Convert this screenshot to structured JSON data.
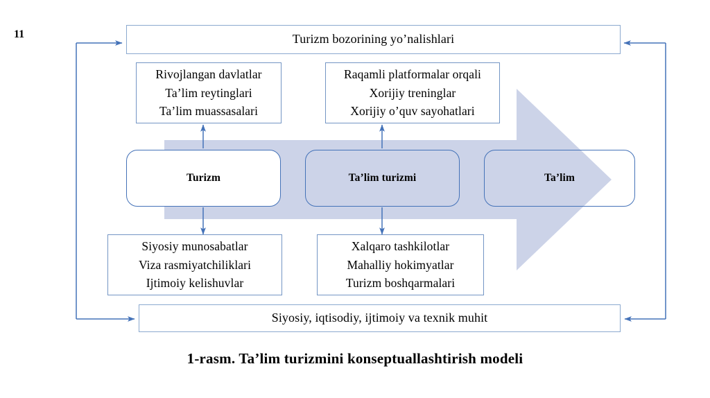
{
  "page": {
    "number": "11",
    "caption": "1-rasm. Ta’lim turizmini konseptuallashtirish modeli"
  },
  "colors": {
    "arrow_fill": "#ccd3e8",
    "box_border": "#7395c4",
    "rounded_border": "#4472b8",
    "connector": "#4472b8",
    "background": "#ffffff",
    "text": "#000000"
  },
  "diagram": {
    "top_box": {
      "label": "Turizm bozorining yo’nalishlari"
    },
    "bottom_box": {
      "label": "Siyosiy, iqtisodiy, ijtimoiy va texnik muhit"
    },
    "upper_left_box": {
      "lines": [
        "Rivojlangan davlatlar",
        "Ta’lim reytinglari",
        "Ta’lim muassasalari"
      ]
    },
    "upper_right_box": {
      "lines": [
        "Raqamli platformalar orqali",
        "Xorijiy treninglar",
        "Xorijiy o’quv sayohatlari"
      ]
    },
    "lower_left_box": {
      "lines": [
        "Siyosiy munosabatlar",
        "Viza rasmiyatchiliklari",
        "Ijtimoiy kelishuvlar"
      ]
    },
    "lower_right_box": {
      "lines": [
        "Xalqaro tashkilotlar",
        "Mahalliy hokimyatlar",
        "Turizm boshqarmalari"
      ]
    },
    "core_nodes": [
      {
        "label": "Turizm"
      },
      {
        "label": "Ta’lim turizmi"
      },
      {
        "label": "Ta’lim"
      }
    ],
    "flow_arrow": {
      "name": "process-arrow",
      "direction": "right"
    }
  }
}
